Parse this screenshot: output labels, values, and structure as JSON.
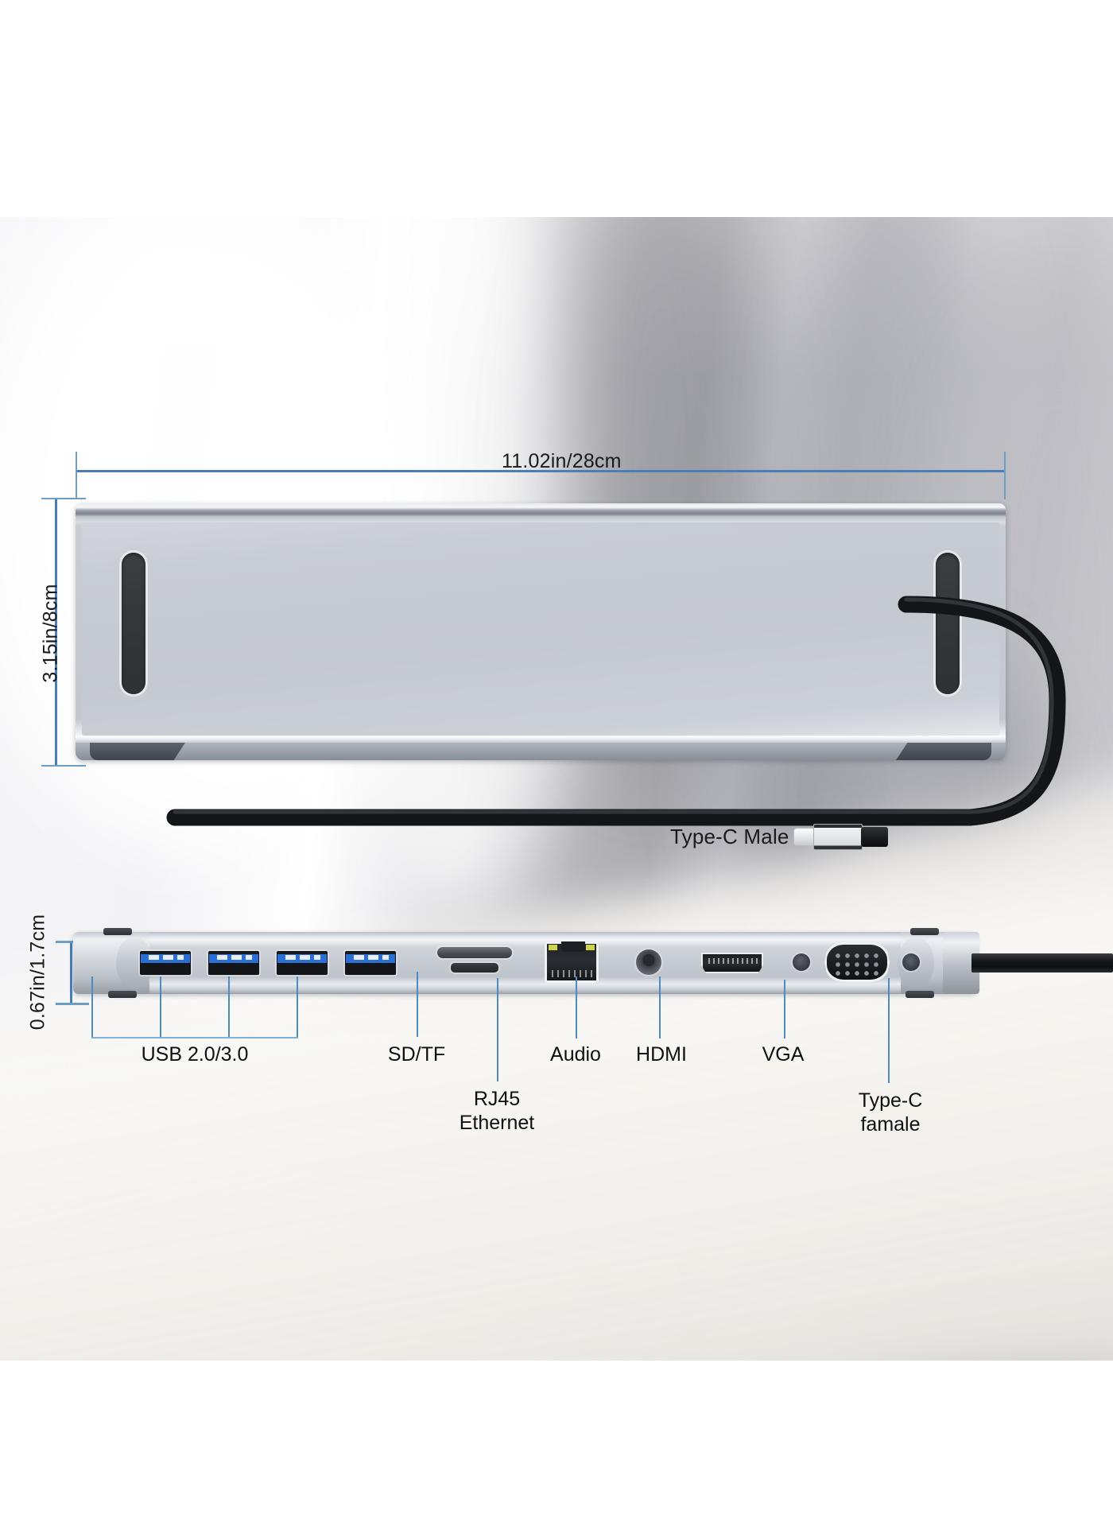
{
  "diagram": {
    "title": "USB-C docking station dimension and port diagram",
    "accent_color": "#4a7fb5",
    "device_color": "#c6cad1"
  },
  "dimensions": {
    "width": {
      "label": "11.02in/28cm",
      "name": "device-width"
    },
    "depth": {
      "label": "3.15in/8cm",
      "name": "device-depth"
    },
    "height": {
      "label": "0.67in/1.7cm",
      "name": "device-height"
    }
  },
  "cable": {
    "connector_label": "Type-C Male"
  },
  "ports": [
    {
      "id": "usb1",
      "label": "",
      "icon": "usb-port-icon"
    },
    {
      "id": "usb2",
      "label": "",
      "icon": "usb-port-icon"
    },
    {
      "id": "usb3",
      "label": "",
      "icon": "usb-port-icon"
    },
    {
      "id": "usb4",
      "label": "",
      "icon": "usb-port-icon"
    },
    {
      "id": "usb",
      "label": "USB 2.0/3.0",
      "icon": "usb-port-icon"
    },
    {
      "id": "sdtf",
      "label": "SD/TF",
      "icon": "card-slot-icon"
    },
    {
      "id": "rj45",
      "label": "RJ45\nEthernet",
      "line1": "RJ45",
      "line2": "Ethernet",
      "icon": "ethernet-port-icon"
    },
    {
      "id": "audio",
      "label": "Audio",
      "icon": "audio-jack-icon"
    },
    {
      "id": "hdmi",
      "label": "HDMI",
      "icon": "hdmi-port-icon"
    },
    {
      "id": "vga",
      "label": "VGA",
      "icon": "vga-port-icon"
    },
    {
      "id": "typec",
      "label": "Type-C\nfamale",
      "line1": "Type-C",
      "line2": "famale",
      "icon": "usb-c-port-icon"
    }
  ],
  "labels": {
    "usb": "USB 2.0/3.0",
    "sdtf": "SD/TF",
    "rj45_line1": "RJ45",
    "rj45_line2": "Ethernet",
    "audio": "Audio",
    "hdmi": "HDMI",
    "vga": "VGA",
    "typec_line1": "Type-C",
    "typec_line2": "famale",
    "typec_male": "Type-C Male",
    "dim_width": "11.02in/28cm",
    "dim_depth": "3.15in/8cm",
    "dim_height": "0.67in/1.7cm"
  }
}
